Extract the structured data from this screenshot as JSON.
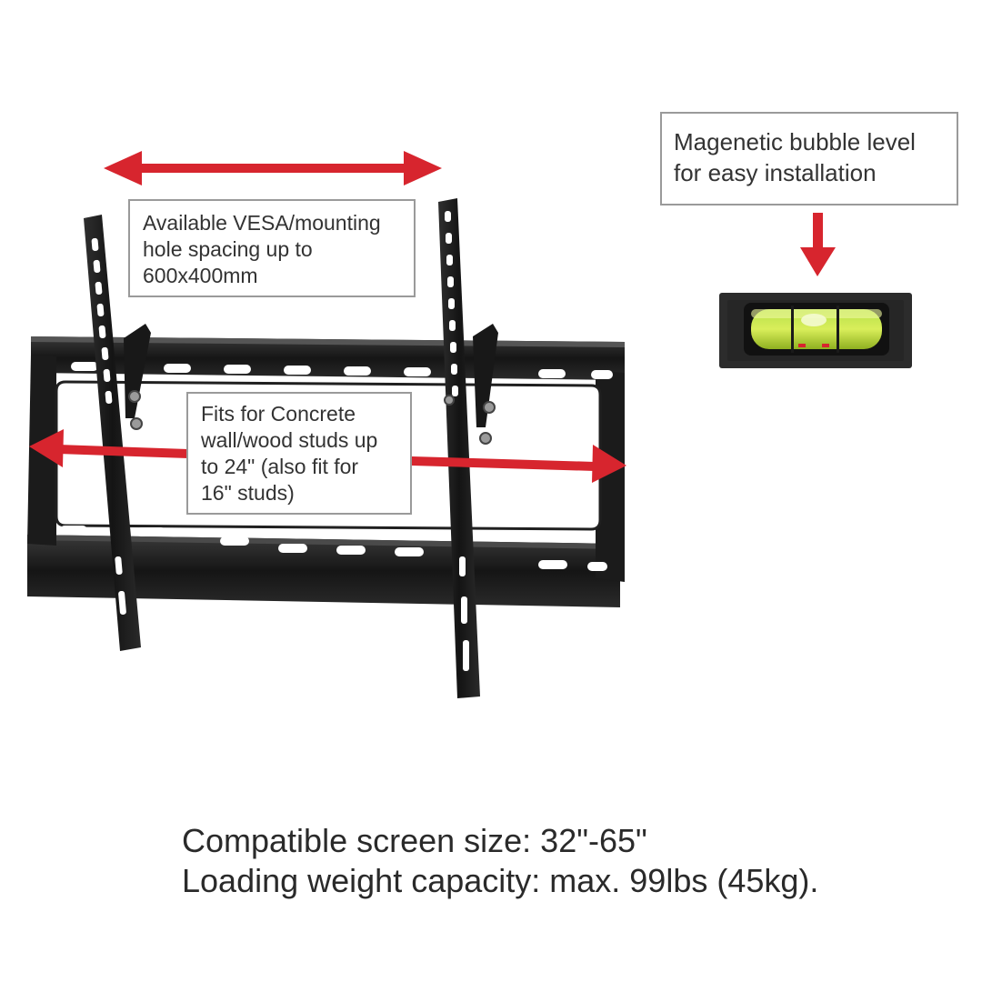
{
  "callouts": {
    "vesa": {
      "lines": [
        "Available VESA/mounting",
        "hole spacing up to",
        "600x400mm"
      ]
    },
    "studs": {
      "lines": [
        "Fits for Concrete",
        "wall/wood studs up",
        "to 24\" (also fit for",
        "16\" studs)"
      ]
    },
    "bubble_level": {
      "lines": [
        "Magenetic bubble level",
        "for easy installation"
      ]
    }
  },
  "specs": {
    "screen_size": "Compatible screen size: 32\"-65\"",
    "weight_capacity": "Loading weight capacity: max. 99lbs (45kg)."
  },
  "colors": {
    "arrow": "#d7252e",
    "mount_metal": "#1c1c1c",
    "callout_border": "#9a9a9a",
    "level_body": "#2a2a2a",
    "bubble_liquid": "#b8d62a"
  },
  "icons": {
    "vesa_arrow": "double-headed-arrow",
    "stud_arrow": "double-headed-arrow",
    "level_pointer": "down-arrow",
    "level": "bubble-level"
  }
}
